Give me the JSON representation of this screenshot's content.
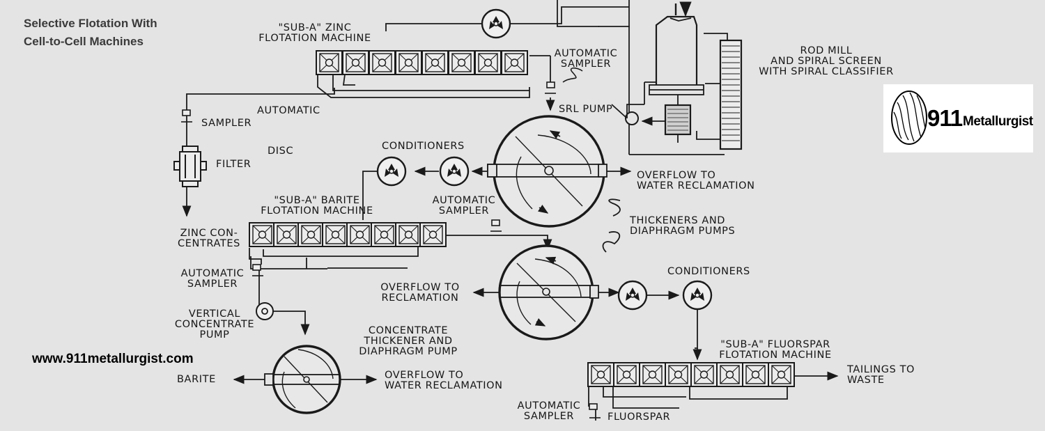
{
  "title_lines": [
    "Selective Flotation With",
    "Cell-to-Cell Machines"
  ],
  "website": "www.911metallurgist.com",
  "logo": {
    "number": "911",
    "word": "Metallurgist"
  },
  "labels": {
    "zinc_machine": "\"SUB-A\" ZINC\nFLOTATION MACHINE",
    "sampler_top": "AUTOMATIC\nSAMPLER",
    "rod_mill": "ROD MILL\nAND SPIRAL SCREEN\nWITH SPIRAL CLASSIFIER",
    "automatic_left": "AUTOMATIC",
    "sampler_left": "SAMPLER",
    "srl_pump": "SRL PUMP",
    "disc": "DISC",
    "filter": "FILTER",
    "conditioners_1": "CONDITIONERS",
    "overflow_water_1": "OVERFLOW TO\nWATER RECLAMATION",
    "barite_machine": "\"SUB-A\" BARITE\nFLOTATION MACHINE",
    "sampler_mid": "AUTOMATIC\nSAMPLER",
    "zinc_conc": "ZINC CON-\nCENTRATES",
    "thickeners": "THICKENERS AND\nDIAPHRAGM PUMPS",
    "sampler_lower": "AUTOMATIC\nSAMPLER",
    "conditioners_2": "CONDITIONERS",
    "overflow_recl": "OVERFLOW TO\nRECLAMATION",
    "vertical_pump": "VERTICAL\nCONCENTRATE\nPUMP",
    "conc_thickener": "CONCENTRATE\nTHICKENER AND\nDIAPHRAGM PUMP",
    "fluorspar_machine": "\"SUB-A\" FLUORSPAR\nFLOTATION MACHINE",
    "tailings": "TAILINGS TO\nWASTE",
    "barite": "BARITE",
    "overflow_water_2": "OVERFLOW TO\nWATER RECLAMATION",
    "sampler_bottom": "AUTOMATIC\nSAMPLER",
    "fluorspar": "FLUORSPAR"
  }
}
